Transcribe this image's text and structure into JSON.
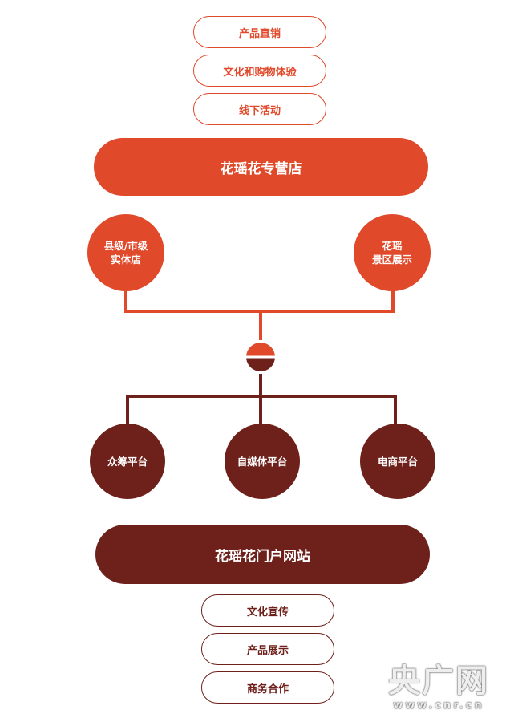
{
  "top_items": [
    "产品直销",
    "文化和购物体验",
    "线下活动"
  ],
  "store_banner": "花瑶花专营店",
  "store_nodes": [
    {
      "line1": "县级/市级",
      "line2": "实体店"
    },
    {
      "line1": "花瑶",
      "line2": "景区展示"
    }
  ],
  "platform_nodes": [
    "众筹平台",
    "自媒体平台",
    "电商平台"
  ],
  "portal_banner": "花瑶花门户网站",
  "bottom_items": [
    "文化宣传",
    "产品展示",
    "商务合作"
  ],
  "watermark": {
    "main": "央广网",
    "sub": "www.cnr.cn"
  },
  "colors": {
    "orange": "#e0492a",
    "dark_red": "#6e201b",
    "background": "#ffffff"
  }
}
